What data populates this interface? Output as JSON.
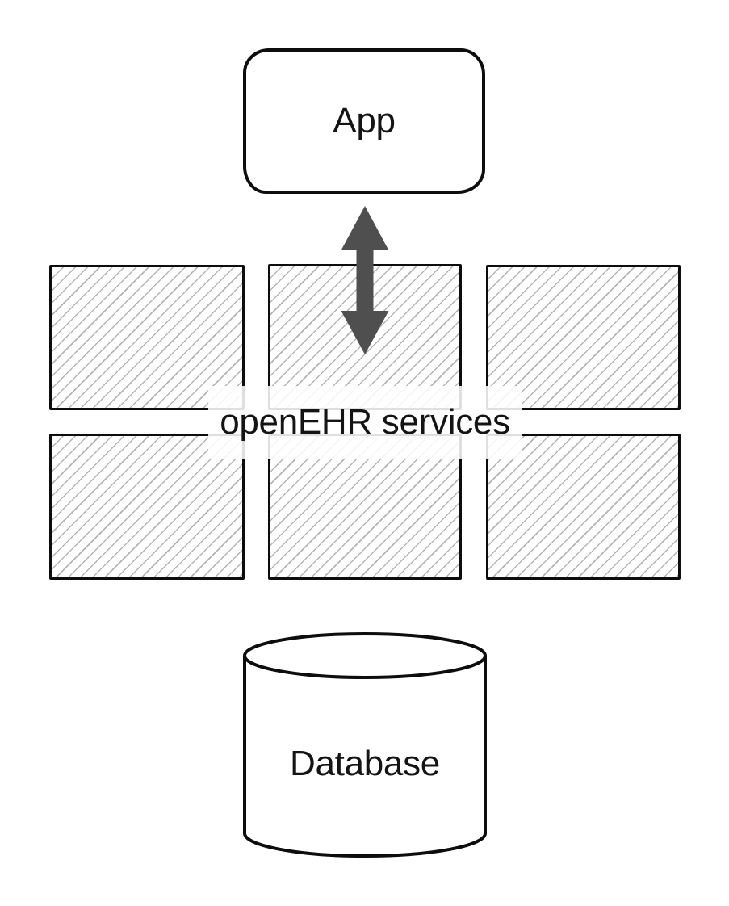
{
  "diagram": {
    "nodes": {
      "app": {
        "label": "App",
        "shape": "rounded-rectangle"
      },
      "services": {
        "label": "openEHR services",
        "shape": "hatched-rectangle-grid",
        "box_count": 6,
        "grid": "3x2"
      },
      "database": {
        "label": "Database",
        "shape": "cylinder"
      }
    },
    "connector": {
      "type": "double-headed-vertical-arrow",
      "from": "app",
      "to": "services"
    },
    "colors": {
      "canvas_background": "#ffffff",
      "node_border": "#0d0d0d",
      "hatch_line": "#b4b4b4",
      "arrow_fill": "#4f4f4f",
      "text": "#141414",
      "label_background": "#ffffff",
      "label_background_opacity": "0.87"
    }
  }
}
